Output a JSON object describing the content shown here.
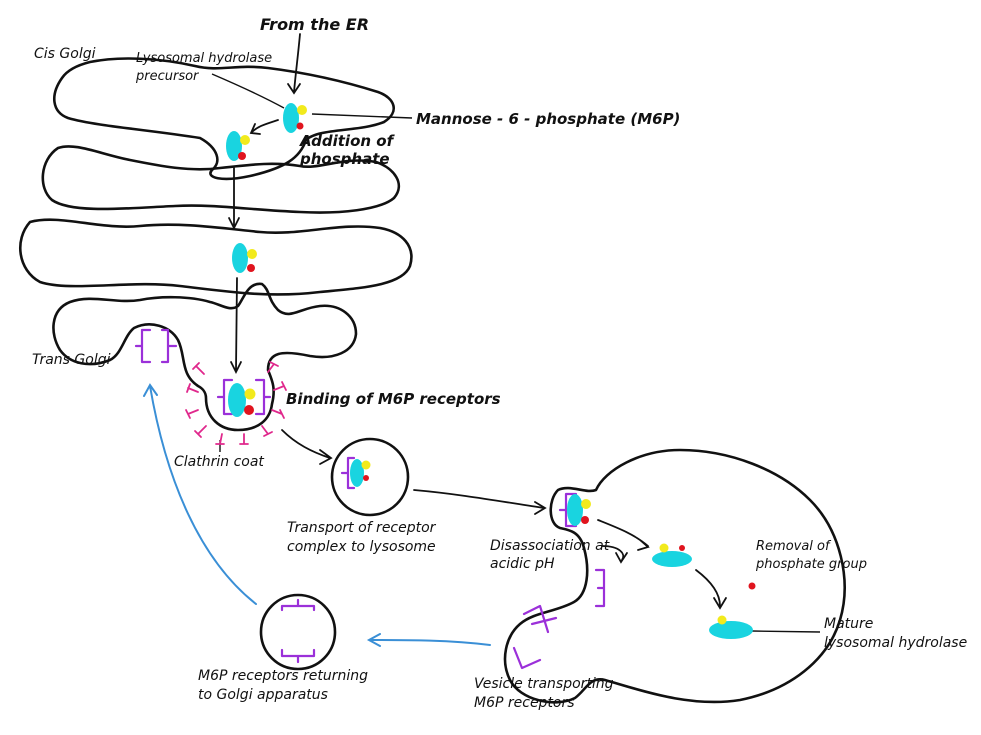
{
  "colors": {
    "enzyme": "#19d4e0",
    "m6p_sugar": "#f2ea1c",
    "phosphate": "#e0141e",
    "receptor": "#9b30d9",
    "clathrin": "#e0288c",
    "return_arrow": "#3a8fd6"
  },
  "labels": {
    "from_er": "From the ER",
    "cis_golgi": "Cis Golgi",
    "precursor_line1": "Lysosomal hydrolase",
    "precursor_line2": "precursor",
    "m6p": "Mannose - 6 - phosphate (M6P)",
    "addition_line1": "Addition of",
    "addition_line2": "phosphate",
    "trans_golgi": "Trans Golgi",
    "binding": "Binding of M6P receptors",
    "clathrin": "Clathrin coat",
    "transport_line1": "Transport of receptor",
    "transport_line2": "complex to lysosome",
    "disassoc_line1": "Disassociation at",
    "disassoc_line2": "acidic pH",
    "removal_line1": "Removal of",
    "removal_line2": "phosphate group",
    "mature_line1": "Mature",
    "mature_line2": "lysosomal hydrolase",
    "vesicle_line1": "Vesicle transporting",
    "vesicle_line2": "M6P receptors",
    "returning_line1": "M6P receptors returning",
    "returning_line2": "to Golgi apparatus"
  }
}
